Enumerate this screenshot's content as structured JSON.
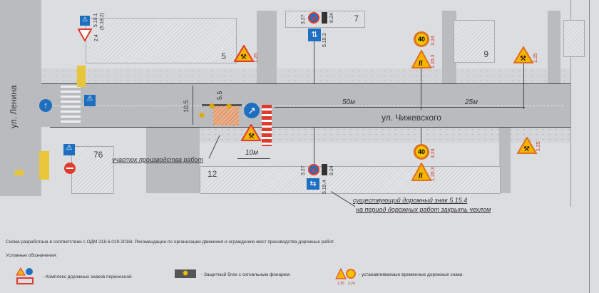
{
  "streets": {
    "main": "ул. Чижевского",
    "cross": "ул. Ленина"
  },
  "blocks": {
    "b5": "5",
    "b7": "7",
    "b9": "9",
    "b76": "76",
    "b12": "12"
  },
  "dimensions": {
    "d50": "50м",
    "d25": "25м",
    "d10": "10м",
    "d10_5": "10.5",
    "d5_5": "5.5"
  },
  "sign_codes": {
    "c5191": "5.19.1",
    "c5192": "(5.19.2)",
    "c24": "2.4",
    "c327a": "3.27",
    "c824a": "8.24",
    "c5153": "5.15.3",
    "c125a": "1.25",
    "c324a": "3.24",
    "c1203a": "1.20.3",
    "c125b": "1.25",
    "c327b": "3.27",
    "c824b": "8.24",
    "c5154": "5.15.4",
    "c324b": "3.24",
    "c1203b": "1.20.3",
    "c125c": "1.25",
    "speed": "40"
  },
  "notes": {
    "work_zone": "участок производства работ",
    "existing_sign_line1": "существующий дорожный знак 5.15.4",
    "existing_sign_line2": "на период дорожных работ закрыть чехлом"
  },
  "footer": {
    "scheme_note": "Схема разработана в соответствии с ОДМ 218.6.019-2016г. Рекомендации по организации движения и ограждению мест производства дорожных работ.",
    "legend_title": "Условные обозначения:",
    "legend": [
      {
        "icon": "portable-sign-set-icon",
        "label": "- Комплекс дорожных знаков переносной"
      },
      {
        "icon": "protective-block-lamp-icon",
        "label": "- Защитный блок с сигнальным фонарем."
      },
      {
        "icon": "temporary-signs-icon",
        "label": "- устанавливаемые временные дорожные знаки."
      }
    ],
    "legend_codes": [
      "1.25",
      "3.24"
    ]
  },
  "colors": {
    "road": "#b9bbbf",
    "warning": "#f5b400",
    "red": "#e03a2f",
    "blue": "#1f6fc0"
  }
}
